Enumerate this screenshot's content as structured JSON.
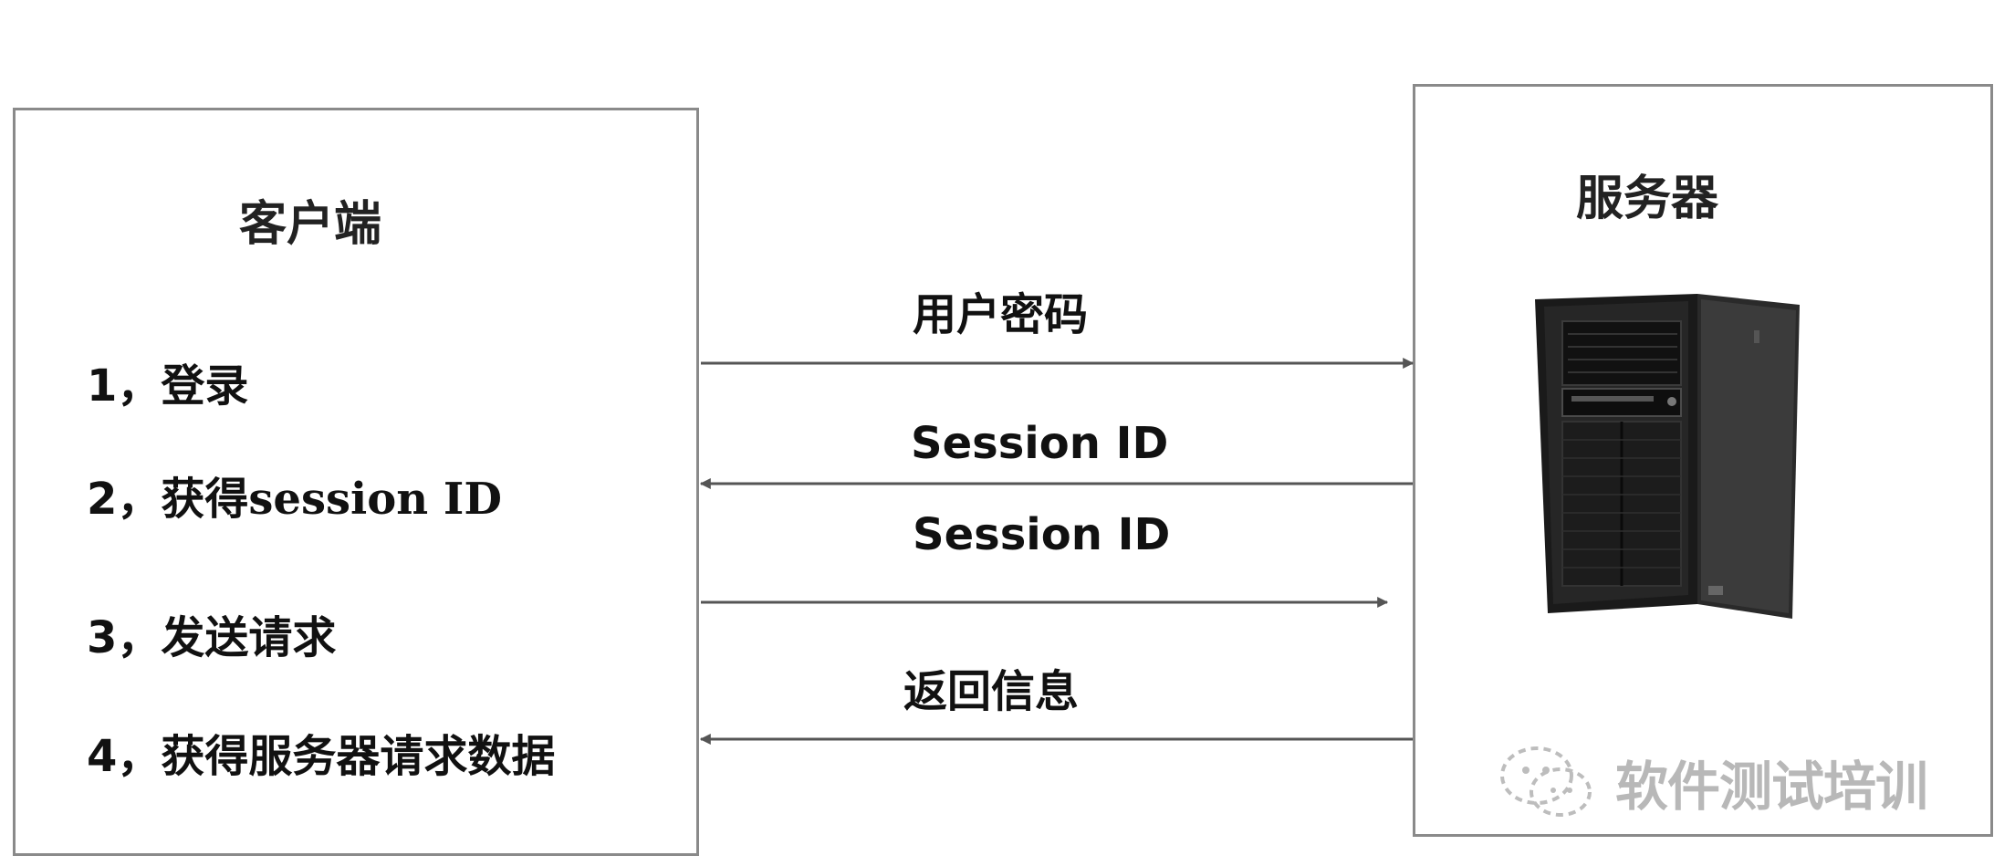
{
  "client": {
    "title": "客户端",
    "steps": [
      {
        "num": "1，",
        "text": "登录"
      },
      {
        "num": "2，",
        "text": "获得session ID"
      },
      {
        "num": "3，",
        "text": "发送请求"
      },
      {
        "num": "4，",
        "text": "获得服务器请求数据"
      }
    ]
  },
  "server": {
    "title": "服务器",
    "image": "server-tower-icon"
  },
  "messages": [
    {
      "label": "用户密码",
      "direction": "to-server"
    },
    {
      "label": "Session ID",
      "direction": "to-client"
    },
    {
      "label": "Session ID",
      "direction": "to-server"
    },
    {
      "label": "返回信息",
      "direction": "to-client"
    }
  ],
  "watermark": {
    "icon": "wechat-icon",
    "text": "软件测试培训"
  },
  "colors": {
    "border": "#8a8a8a",
    "arrow": "#555555",
    "watermark": "#b8b8b8"
  }
}
